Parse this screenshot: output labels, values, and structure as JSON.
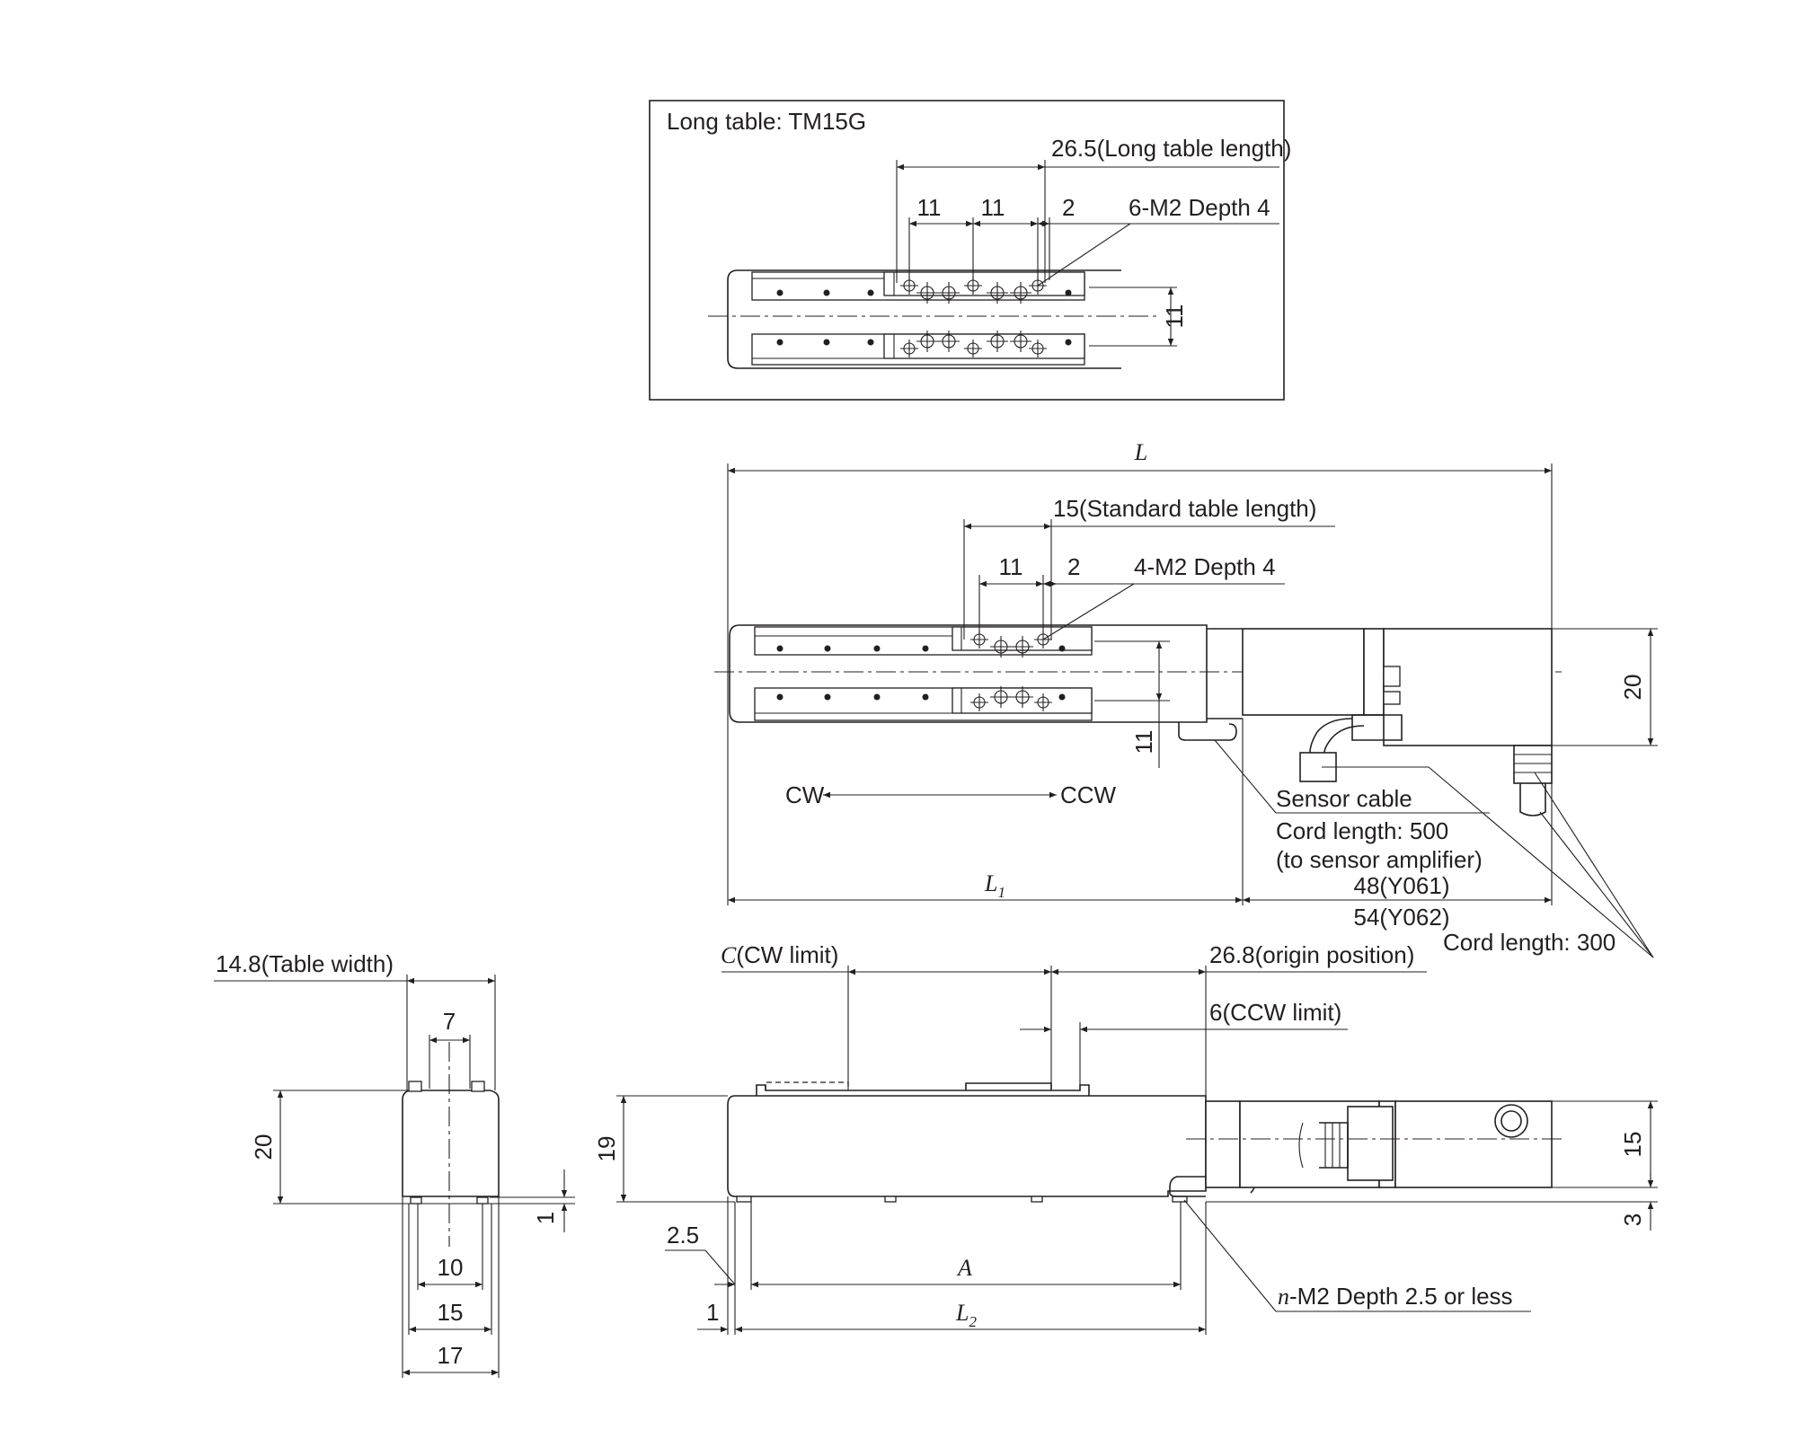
{
  "inset": {
    "title": "Long table: TM15G",
    "table_length": "26.5(Long table length)",
    "pitch_1": "11",
    "pitch_2": "11",
    "offset": "2",
    "holes": "6-M2 Depth 4",
    "rail_pitch": "11"
  },
  "top_view": {
    "overall": "L",
    "table_length": "15(Standard table length)",
    "pitch": "11",
    "offset": "2",
    "holes": "4-M2 Depth 4",
    "height": "20",
    "rail_pitch": "11",
    "cw": "CW",
    "ccw": "CCW",
    "sensor_cable": "Sensor cable",
    "sensor_cord": "Cord length: 500",
    "sensor_to": "(to sensor amplifier)",
    "motor_len_1": "48(Y061)",
    "motor_len_2": "54(Y062)",
    "cord_300": "Cord length: 300",
    "l1_base": "L",
    "l1_sub": "1"
  },
  "end_view": {
    "table_width": "14.8(Table width)",
    "top_pitch": "7",
    "height": "20",
    "bottom_gap": "1",
    "base_pitch": "10",
    "base_inner": "15",
    "width": "17"
  },
  "side_view": {
    "cw_limit_var": "C",
    "cw_limit": "(CW limit)",
    "origin": "26.8(origin position)",
    "ccw_limit": "6(CCW limit)",
    "height": "19",
    "motor_height": "15",
    "motor_offset": "3",
    "end_offset": "2.5",
    "a_var": "A",
    "end_gap": "1",
    "l2_base": "L",
    "l2_sub": "2",
    "n_var": "n",
    "bottom_holes": "-M2 Depth 2.5 or less"
  }
}
